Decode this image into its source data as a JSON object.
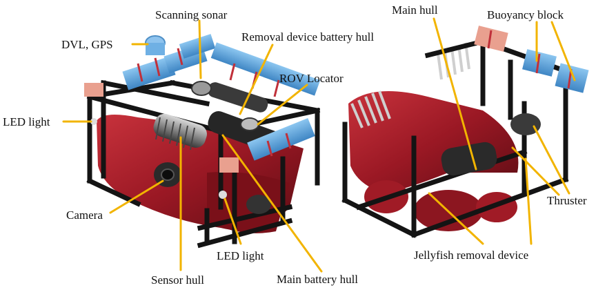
{
  "labels": {
    "scanning_sonar": "Scanning sonar",
    "dvl_gps": "DVL, GPS",
    "removal_battery_hull": "Removal device battery hull",
    "rov_locator": "ROV Locator",
    "led_light_left": "LED light",
    "camera": "Camera",
    "led_light_bottom": "LED light",
    "sensor_hull": "Sensor hull",
    "main_battery_hull": "Main battery hull",
    "main_hull": "Main hull",
    "buoyancy_block": "Buoyancy block",
    "thruster": "Thruster",
    "jellyfish_removal_device": "Jellyfish  removal device"
  },
  "colors": {
    "leader_line": "#f2b400",
    "frame": "#141414",
    "hull_red": "#a81d28",
    "buoyancy_blue": "#5aa7e0",
    "buoyancy_pink": "#e9a08f"
  }
}
